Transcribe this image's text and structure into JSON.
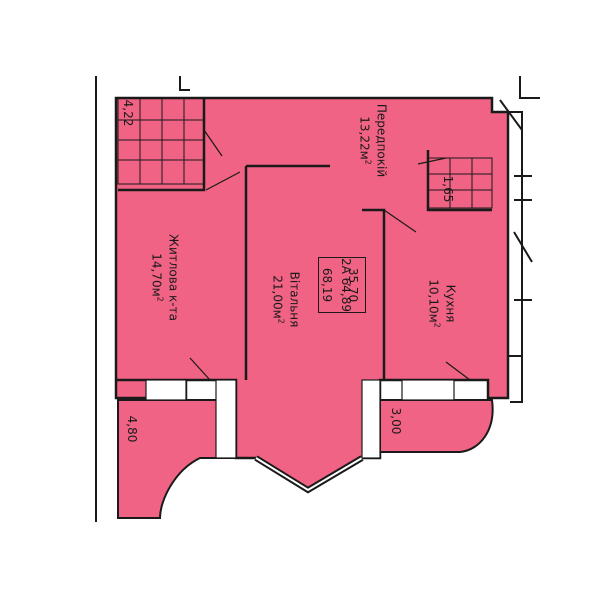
{
  "colors": {
    "room_fill": "#f06384",
    "wall": "#1a1a1a",
    "tile_line": "#1a1a1a",
    "background": "#ffffff"
  },
  "rooms": {
    "hallway": {
      "name": "Передпокій",
      "area": "13,22м",
      "sup": "2"
    },
    "bedroom": {
      "name": "Житлова к-та",
      "area": "14,70м",
      "sup": "2"
    },
    "living": {
      "name": "Вітальня",
      "area": "21,00м",
      "sup": "2"
    },
    "kitchen": {
      "name": "Кухня",
      "area": "10,10м",
      "sup": "2"
    },
    "bathroom": {
      "area": "4,22"
    },
    "wc": {
      "area": "1,65"
    },
    "balcony_left": {
      "area": "4,80"
    },
    "balcony_right": {
      "area": "3,00"
    }
  },
  "apartment": {
    "type": "2А",
    "living_area": "35,70",
    "total_area": "64,89",
    "area_with_balconies": "68,19"
  }
}
